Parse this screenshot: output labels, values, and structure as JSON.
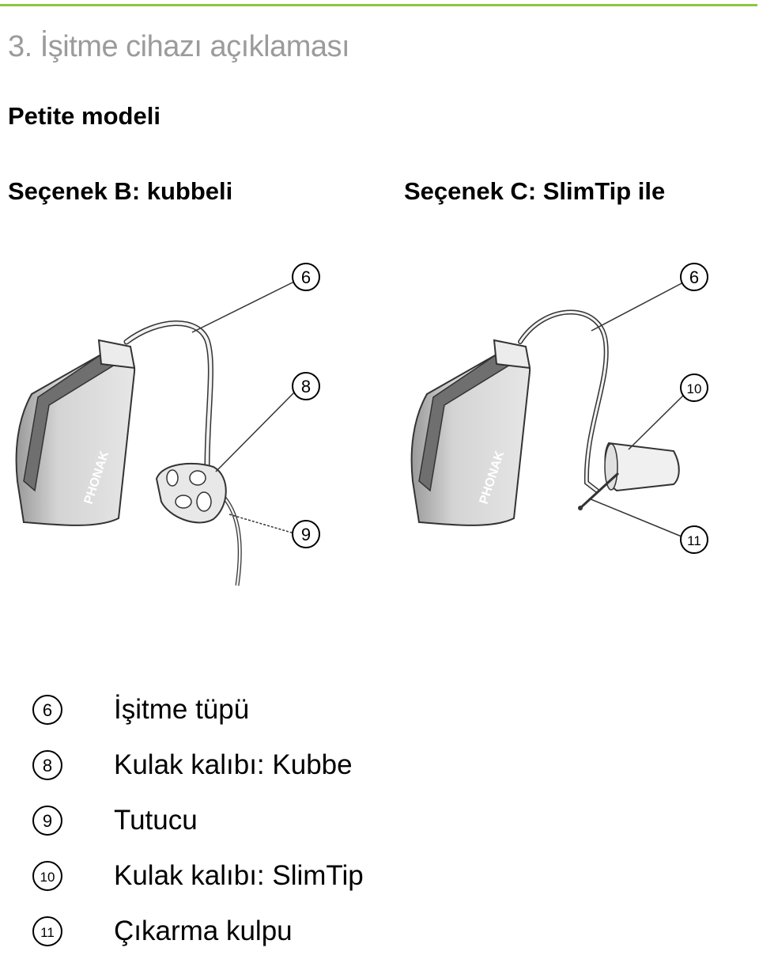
{
  "header": {
    "accent_color": "#8dc63f",
    "section_title": "3. İşitme cihazı açıklaması",
    "model_title": "Petite modeli"
  },
  "options": {
    "b_title": "Seçenek B: kubbeli",
    "c_title": "Seçenek C: SlimTip ile"
  },
  "illustration": {
    "left_brand": "PHONAK",
    "right_brand": "PHONAK",
    "callouts_left": [
      "6",
      "8",
      "9"
    ],
    "callouts_right": [
      "6",
      "10",
      "11"
    ]
  },
  "legend": {
    "items": [
      {
        "num": "6",
        "label": "İşitme tüpü"
      },
      {
        "num": "8",
        "label": "Kulak kalıbı: Kubbe"
      },
      {
        "num": "9",
        "label": "Tutucu"
      },
      {
        "num": "10",
        "label": "Kulak kalıbı: SlimTip"
      },
      {
        "num": "11",
        "label": "Çıkarma kulpu"
      }
    ]
  }
}
